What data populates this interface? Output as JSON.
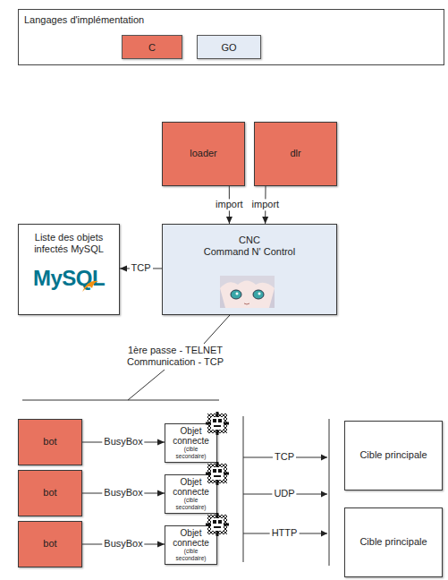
{
  "diagram": {
    "nodes": [
      {
        "text": [
          "loader"
        ]
      },
      {
        "text": [
          "dlr"
        ]
      },
      {
        "text": [
          "Liste des objets infectés MySQL",
          "MySQL"
        ]
      },
      {
        "text": [
          "CNC",
          "Command N' Control"
        ]
      },
      {
        "text": [
          "bot"
        ]
      },
      {
        "text": [
          "Objet connecte",
          "(cible secondaire)"
        ]
      },
      {
        "text": [
          "bot"
        ]
      },
      {
        "text": [
          "Objet connecte",
          "(cible secondaire)"
        ]
      },
      {
        "text": [
          "bot"
        ]
      },
      {
        "text": [
          "Objet connecte",
          "(cible secondaire)"
        ]
      },
      {
        "text": [
          "Cible principale"
        ]
      },
      {
        "text": [
          "Cible principale"
        ]
      }
    ],
    "edges": [
      {
        "from": 0,
        "to": 3,
        "label": "import",
        "arrow": "to"
      },
      {
        "from": 1,
        "to": 3,
        "label": "import",
        "arrow": "to"
      },
      {
        "from": 3,
        "to": 2,
        "label": "TCP",
        "arrow": "to"
      },
      {
        "from": 4,
        "to": 5,
        "label": "BusyBox",
        "arrow": "to"
      },
      {
        "from": 6,
        "to": 7,
        "label": "BusyBox",
        "arrow": "to"
      },
      {
        "from": 8,
        "to": 9,
        "label": "BusyBox",
        "arrow": "to"
      }
    ],
    "labels": [
      "Langages d'implémentation",
      "1ère passe - TELNET Communication - TCP",
      "TCP",
      "UDP",
      "HTTP"
    ],
    "legend": [
      {
        "text": "C",
        "color": "#e8735f"
      },
      {
        "text": "GO",
        "color": "#e4ebf5"
      }
    ]
  }
}
